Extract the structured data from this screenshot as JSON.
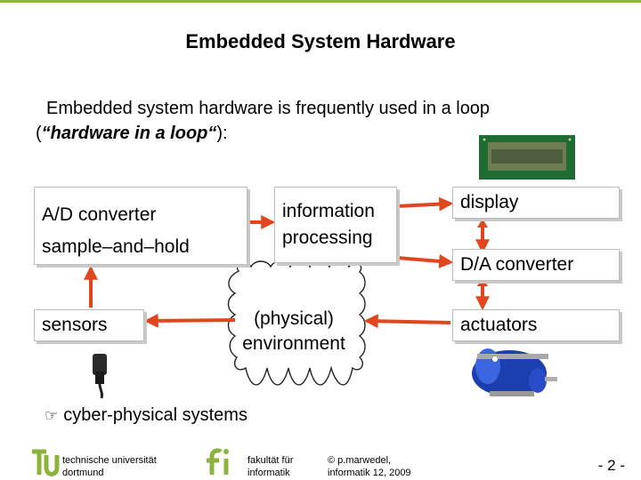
{
  "title": "Embedded System Hardware",
  "intro": {
    "line1": "Embedded system hardware is frequently used in a loop",
    "line2_open": "(",
    "line2_emph": "“hardware in a loop“",
    "line2_close": "):"
  },
  "boxes": {
    "ad_line1": "A/D converter",
    "ad_line2": "sample–and–hold",
    "info_line1": "information",
    "info_line2": "processing",
    "display": "display",
    "da": "D/A converter",
    "sensors": "sensors",
    "actuators": "actuators"
  },
  "environment": {
    "line1": "(physical)",
    "line2": "environment"
  },
  "bullet": {
    "icon": "pointing-hand-icon",
    "text": "cyber-physical systems"
  },
  "footer": {
    "uni_line1": "technische universität",
    "uni_line2": "dortmund",
    "fac_line1": "fakultät für",
    "fac_line2": "informatik",
    "copy_line1": "© p.marwedel,",
    "copy_line2": "informatik 12,  2009",
    "page": "- 2 -"
  },
  "colors": {
    "arrow": "#e2461e",
    "accent_green": "#8cb43c",
    "box_border": "#bdbdbd"
  }
}
